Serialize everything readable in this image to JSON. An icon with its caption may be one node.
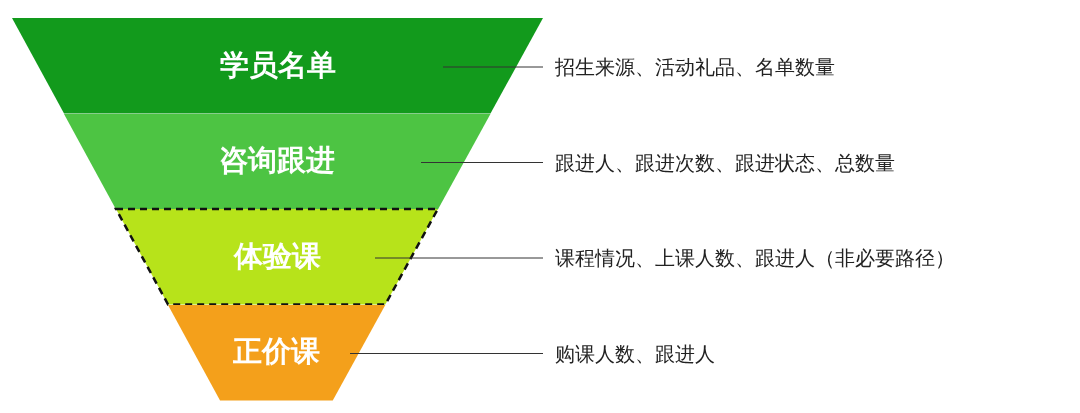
{
  "diagram": {
    "nodes": [
      {
        "text": [
          "学员名单"
        ]
      },
      {
        "text": [
          "咨询跟进"
        ]
      },
      {
        "text": [
          "体验课"
        ]
      },
      {
        "text": [
          "正价课"
        ]
      },
      {
        "text": [
          "招生来源、活动礼品、名单数量"
        ]
      },
      {
        "text": [
          "跟进人、跟进次数、跟进状态、总数量"
        ]
      },
      {
        "text": [
          "课程情况、上课人数、跟进人（非必要路径）"
        ]
      },
      {
        "text": [
          "购课人数、跟进人"
        ]
      }
    ],
    "edges": [
      {
        "from": 4,
        "to": 0,
        "arrow": "none"
      },
      {
        "from": 5,
        "to": 1,
        "arrow": "none"
      },
      {
        "from": 6,
        "to": 2,
        "arrow": "none"
      },
      {
        "from": 7,
        "to": 3,
        "arrow": "none"
      }
    ]
  }
}
